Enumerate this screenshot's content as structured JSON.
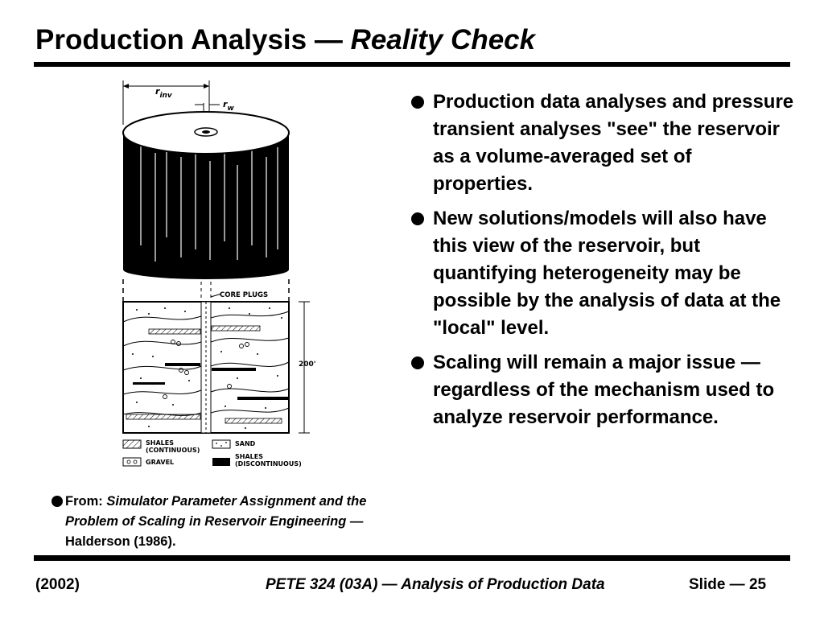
{
  "header": {
    "title_main": "Production Analysis —",
    "title_italic": "Reality Check"
  },
  "figure": {
    "label_r_inv": "r",
    "label_r_inv_sub": "inv",
    "label_r_w": "r",
    "label_r_w_sub": "w",
    "label_core_plugs": "CORE PLUGS",
    "label_thickness": "200'",
    "legend": {
      "shales_continuous_1": "SHALES",
      "shales_continuous_2": "(CONTINUOUS)",
      "gravel": "GRAVEL",
      "sand": "SAND",
      "shales_discontinuous_1": "SHALES",
      "shales_discontinuous_2": "(DISCONTINUOUS)"
    }
  },
  "bullets": [
    "Production data analyses and pressure transient analyses \"see\" the reservoir as a volume-averaged set of properties.",
    "New solutions/models will also have this view of the reservoir, but quantifying heterogeneity may be possible by the analysis of data at the \"local\" level.",
    "Scaling will remain a major issue — regardless of the mechanism used to analyze reservoir performance."
  ],
  "citation": {
    "prefix": "From:",
    "title_italic": "Simulator Parameter Assignment and the Problem of  Scaling in Reservoir Engineering",
    "suffix": "— Halderson (1986)."
  },
  "footer": {
    "left": "(2002)",
    "center": "PETE 324 (03A) — Analysis of Production Data",
    "right": "Slide — 25"
  }
}
